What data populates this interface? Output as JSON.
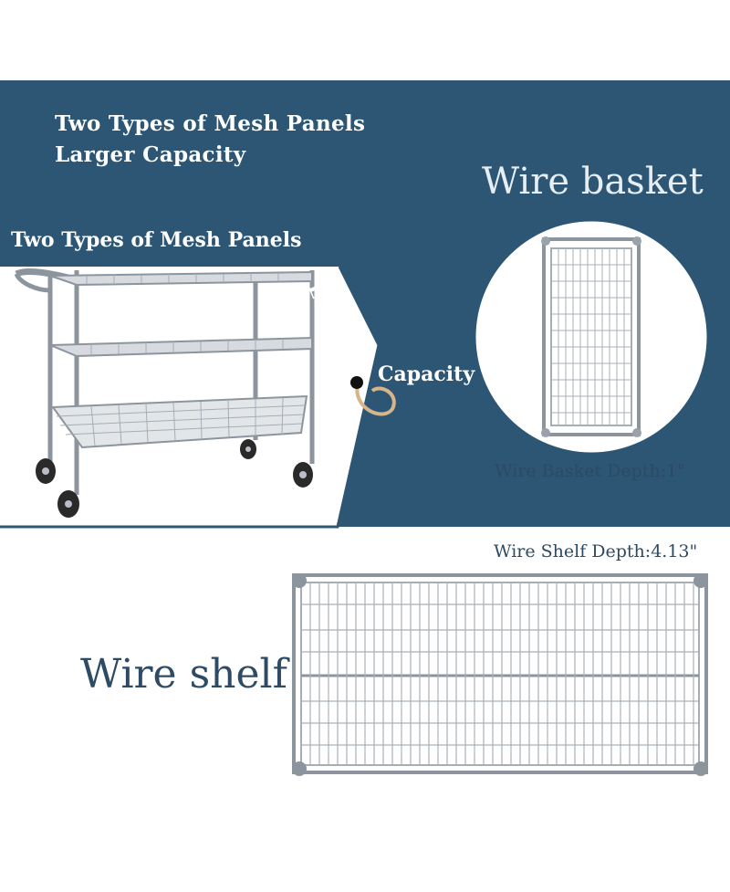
{
  "colors": {
    "background": "#ffffff",
    "panel_navy": "#2c5674",
    "chrome_wire": "#9aa3ac",
    "text_dark_blue": "#2e4b66",
    "text_white": "#ffffff"
  },
  "header": {
    "line1": "Two Types of Mesh Panels",
    "line2": "Larger Capacity"
  },
  "basket_section": {
    "title": "Wire basket",
    "depth_label": "Wire Basket Depth:1\""
  },
  "cart_section": {
    "banner": "Two Types of Mesh Panels",
    "larger_label": "Larger",
    "capacity_label": "Capacity"
  },
  "shelf_section": {
    "title": "Wire shelf",
    "depth_label": "Wire Shelf Depth:4.13\""
  },
  "icons": [
    "utility-cart-illustration",
    "wire-basket-illustration",
    "wire-shelf-illustration",
    "hanging-hook-icon"
  ]
}
